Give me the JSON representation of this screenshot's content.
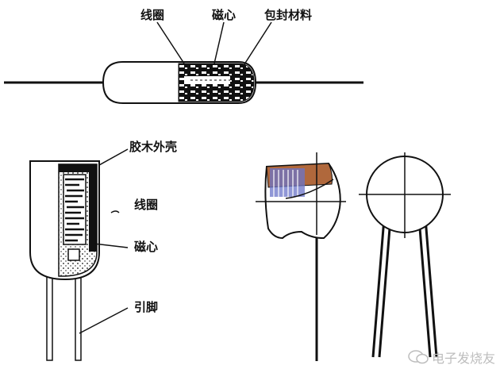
{
  "labels": {
    "top_coil": "线圈",
    "top_core": "磁心",
    "top_encapsulation": "包封材料",
    "shell": "胶木外壳",
    "coil": "线圈",
    "core": "磁心",
    "leads": "引脚"
  },
  "watermark": "电子发烧友",
  "colors": {
    "line": "#111111",
    "coil_fill": "#222222",
    "copper": "#b0683c",
    "winding_blue": "#6b74c8",
    "watermark": "#bdbdbd"
  }
}
